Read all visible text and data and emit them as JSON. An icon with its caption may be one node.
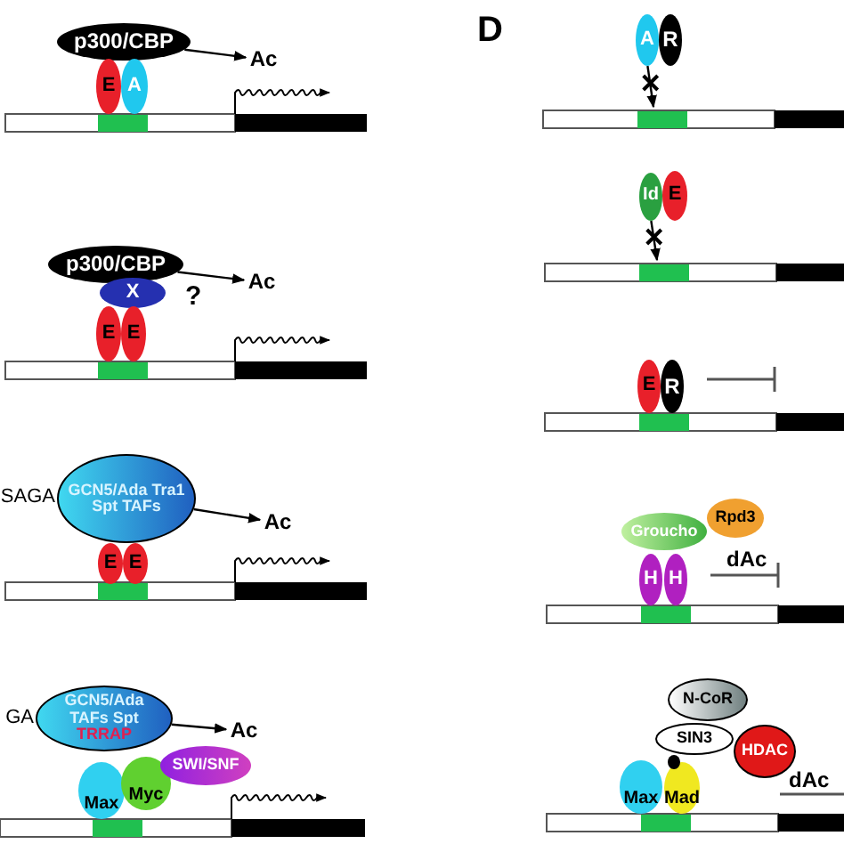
{
  "diagram": {
    "nodes": [
      {
        "text": [
          "p300/CBP"
        ]
      },
      {
        "text": [
          "E"
        ]
      },
      {
        "text": [
          "A"
        ]
      },
      {
        "text": [
          "Ac"
        ]
      },
      {
        "text": [
          "p300/CBP"
        ]
      },
      {
        "text": [
          "X"
        ]
      },
      {
        "text": [
          "E"
        ]
      },
      {
        "text": [
          "E"
        ]
      },
      {
        "text": [
          "Ac"
        ]
      },
      {
        "text": [
          "GCN5/Ada Tra1 Spt TAFs"
        ],
        "beside": [
          "SAGA"
        ]
      },
      {
        "text": [
          "E"
        ]
      },
      {
        "text": [
          "E"
        ]
      },
      {
        "text": [
          "Ac"
        ]
      },
      {
        "text": [
          "GCN5/Ada TAFs Spt",
          "TRRAP"
        ],
        "beside": [
          "GA"
        ]
      },
      {
        "text": [
          "Max"
        ]
      },
      {
        "text": [
          "Myc"
        ]
      },
      {
        "text": [
          "SWI/SNF"
        ]
      },
      {
        "text": [
          "Ac"
        ]
      },
      {
        "text": [
          "A"
        ]
      },
      {
        "text": [
          "R"
        ]
      },
      {
        "text": [
          "Id"
        ]
      },
      {
        "text": [
          "E"
        ]
      },
      {
        "text": [
          "E"
        ]
      },
      {
        "text": [
          "R"
        ]
      },
      {
        "text": [
          "Groucho"
        ]
      },
      {
        "text": [
          "Rpd3"
        ]
      },
      {
        "text": [
          "H"
        ]
      },
      {
        "text": [
          "H"
        ]
      },
      {
        "text": [
          "N-CoR"
        ]
      },
      {
        "text": [
          "SIN3"
        ]
      },
      {
        "text": [
          "HDAC"
        ]
      },
      {
        "text": [
          "Max"
        ]
      },
      {
        "text": [
          "Mad"
        ]
      },
      {
        "text": [],
        "shape": "circle"
      }
    ],
    "edges": [
      {
        "from": 0,
        "to": 3,
        "arrow": "to"
      },
      {
        "from": 4,
        "to": 8,
        "arrow": "to"
      },
      {
        "from": 9,
        "to": 12,
        "arrow": "to"
      },
      {
        "from": 13,
        "to": 17,
        "arrow": "to"
      },
      {
        "from": 18,
        "to": null,
        "arrow": "to"
      },
      {
        "from": 20,
        "to": null,
        "arrow": "to"
      }
    ],
    "labels": [
      "D",
      "?",
      "dAc",
      "dAc"
    ]
  }
}
